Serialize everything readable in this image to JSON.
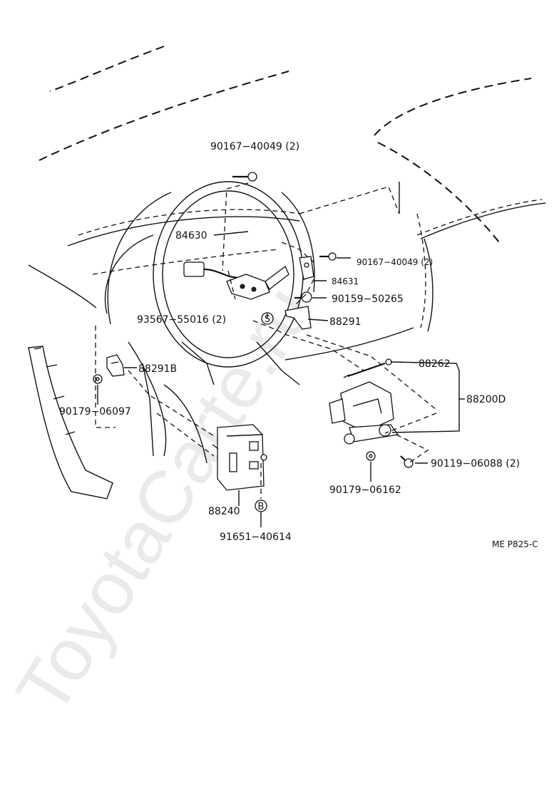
{
  "watermark": "ToyotaCarte.ru",
  "figure_code": "ME P825-C",
  "parts": {
    "p90167_top": "90167−40049 (2)",
    "p84630": "84630",
    "p90167_right": "90167−40049 (2)",
    "p84631": "84631",
    "p90159": "90159−50265",
    "p93567": "93567−55016 (2)",
    "p88291": "88291",
    "p88291b": "88291B",
    "p90179_left": "90179−06097",
    "p88262": "88262",
    "p88200d": "88200D",
    "p90119": "90119−06088 (2)",
    "p90179_mid": "90179−06162",
    "p88240": "88240",
    "p91651": "91651−40614"
  },
  "markers": {
    "s_code": "S",
    "b_code": "B"
  }
}
